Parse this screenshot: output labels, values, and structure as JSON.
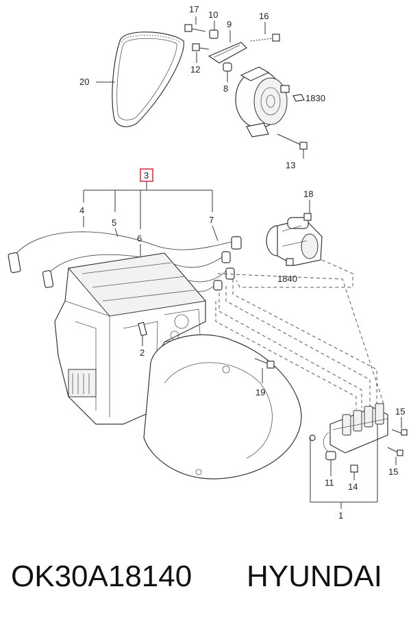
{
  "callouts": {
    "c1": "1",
    "c2": "2",
    "c3": "3",
    "c4": "4",
    "c5": "5",
    "c6": "6",
    "c7": "7",
    "c8": "8",
    "c9": "9",
    "c10": "10",
    "c11": "11",
    "c12": "12",
    "c13": "13",
    "c14": "14",
    "c15a": "15",
    "c15b": "15",
    "c16": "16",
    "c17": "17",
    "c18": "18",
    "c19": "19",
    "c20": "20",
    "c1830": "1830",
    "c1840": "1840"
  },
  "footer": {
    "part_number": "OK30A18140",
    "brand": "HYUNDAI"
  },
  "colors": {
    "highlight": "#d9263b",
    "line": "#333333"
  }
}
